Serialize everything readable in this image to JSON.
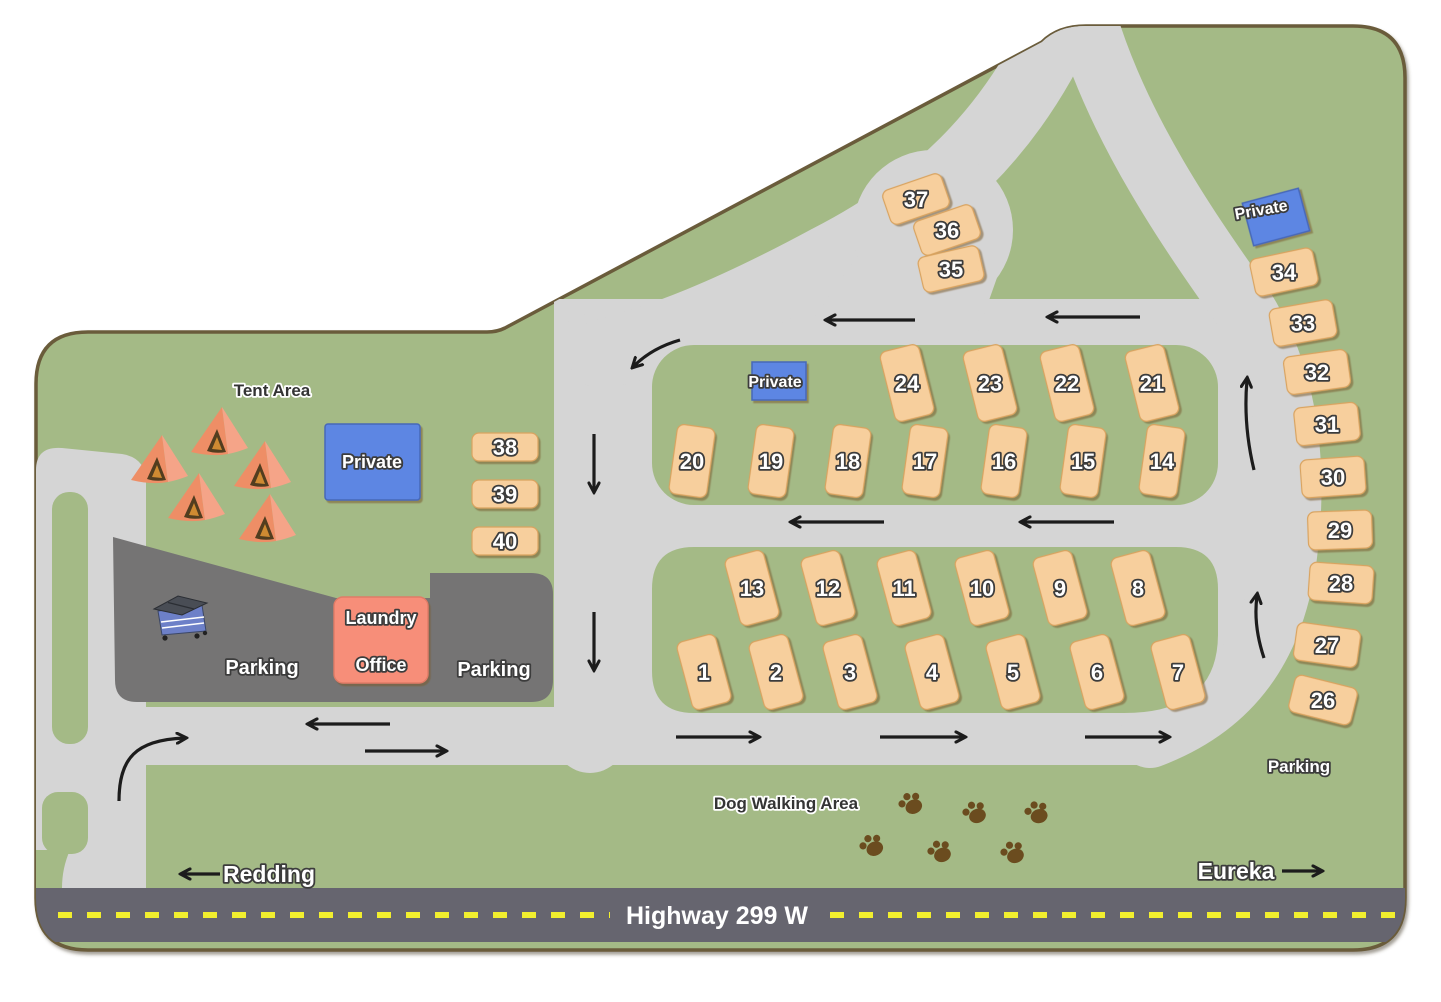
{
  "map": {
    "labels": {
      "tent_area": "Tent Area",
      "dog_walking_area": "Dog Walking Area",
      "parking_west": "Parking",
      "parking_center": "Parking",
      "parking_east": "Parking",
      "laundry_line1": "Laundry",
      "laundry_line2": "Office",
      "private_tent_area": "Private",
      "private_mid": "Private",
      "private_northeast": "Private",
      "highway": "Highway 299 W",
      "west_destination": "Redding",
      "east_destination": "Eureka"
    },
    "sites": {
      "row_top": [
        "24",
        "23",
        "22",
        "21"
      ],
      "row_upper_mid": [
        "20",
        "19",
        "18",
        "17",
        "16",
        "15",
        "14"
      ],
      "row_lower_mid": [
        "13",
        "12",
        "11",
        "10",
        "9",
        "8"
      ],
      "row_bottom": [
        "1",
        "2",
        "3",
        "4",
        "5",
        "6",
        "7"
      ],
      "cul_de_sac": [
        "37",
        "36",
        "35"
      ],
      "east_column": [
        "34",
        "33",
        "32",
        "31",
        "30",
        "29",
        "28",
        "27",
        "26"
      ],
      "west_column": [
        "38",
        "39",
        "40"
      ]
    },
    "colors": {
      "grass": "#a4ba86",
      "road": "#d5d5d5",
      "parking": "#757474",
      "highway": "#66656f",
      "lane_marking": "#f2ef2e",
      "site_fill": "#f7cf9d",
      "site_border": "#d9a35f",
      "private_blue": "#5d86e3",
      "private_blue_border": "#4668b8",
      "office_salmon": "#f78e79",
      "tent_orange": "#ee8e66",
      "tent_orange_light": "#f5a488",
      "tent_door": "#523d1f",
      "paw_brown": "#6b4c1f",
      "border_brown": "#6a5b3a",
      "dumpster_blue": "#6d80c8",
      "dumpster_lid": "#494d55"
    }
  }
}
